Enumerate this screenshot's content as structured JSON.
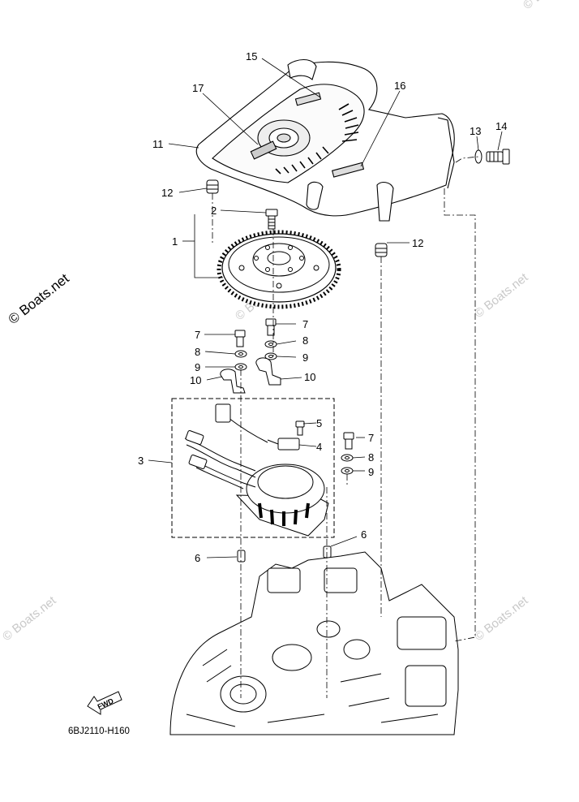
{
  "diagram_ref": "6BJ2110-H160",
  "watermark": "© Boats.net",
  "fwd_label": "FWD",
  "callouts": {
    "c1": "1",
    "c2": "2",
    "c3": "3",
    "c4": "4",
    "c5": "5",
    "c6a": "6",
    "c6b": "6",
    "c7a": "7",
    "c7b": "7",
    "c7c": "7",
    "c8a": "8",
    "c8b": "8",
    "c8c": "8",
    "c9a": "9",
    "c9b": "9",
    "c9c": "9",
    "c10a": "10",
    "c10b": "10",
    "c11": "11",
    "c12a": "12",
    "c12b": "12",
    "c13": "13",
    "c14": "14",
    "c15": "15",
    "c16": "16",
    "c17": "17"
  }
}
